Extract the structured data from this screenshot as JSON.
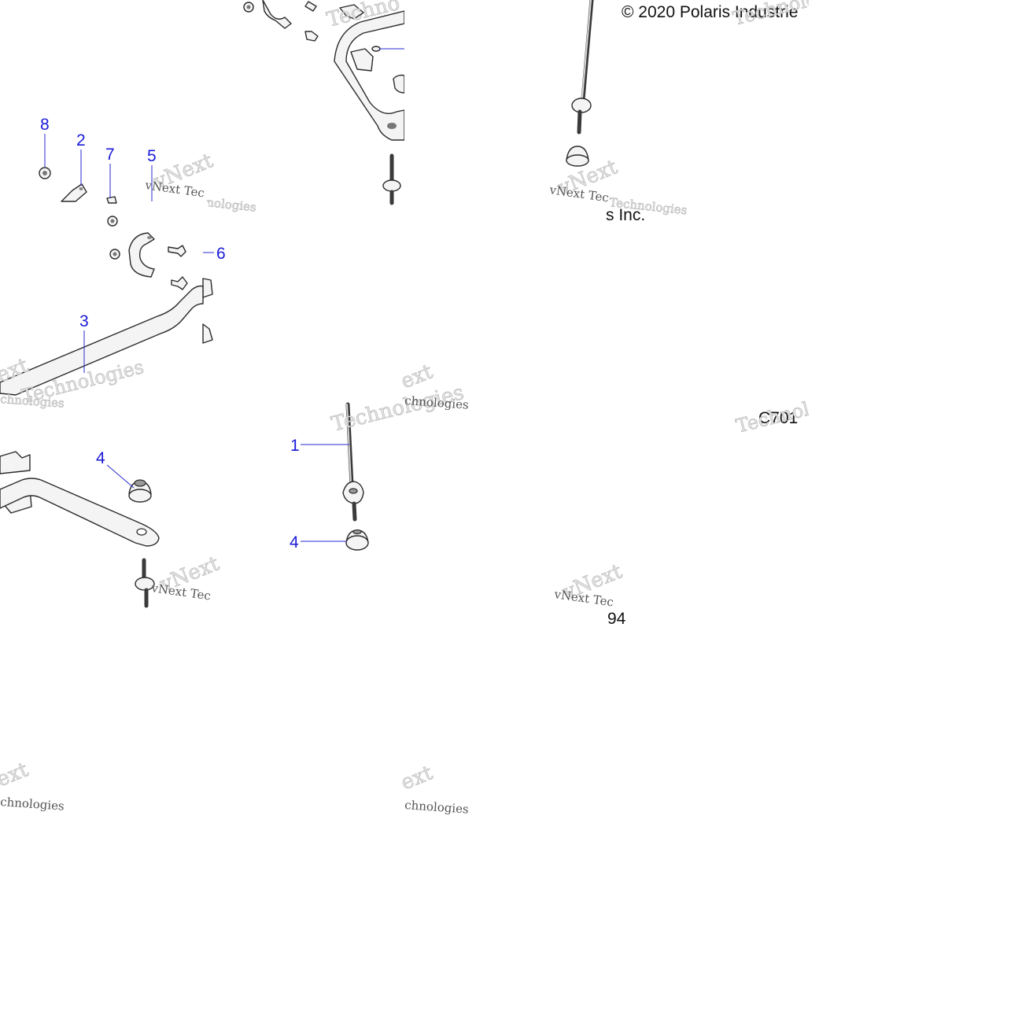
{
  "copyright": "© 2020 Polaris Industrie",
  "copyright_tail": "s Inc.",
  "drawing_number": "C701",
  "page_number": "94",
  "watermark": {
    "brand_a": "vNext",
    "brand_b": "Technologies",
    "line": "vNext Tec",
    "frag_1": "chnologies",
    "frag_2": "ext",
    "frag_3": "Techno",
    "frag_4": "nologies"
  },
  "callouts": {
    "c8": "8",
    "c2": "2",
    "c7": "7",
    "c5": "5",
    "c6": "6",
    "c3": "3",
    "c4a": "4",
    "c1": "1",
    "c4b": "4"
  }
}
